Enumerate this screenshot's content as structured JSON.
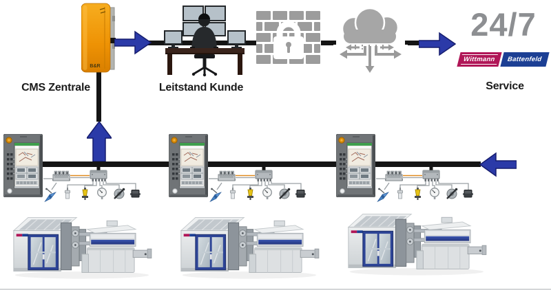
{
  "labels": {
    "cms": "CMS Zentrale",
    "leitstand": "Leitstand Kunde",
    "service": "Service",
    "availability": "24/7"
  },
  "brand": {
    "wittmann": "Wittmann",
    "battenfeld": "Battenfeld"
  },
  "cabinet": {
    "logo": "B&R"
  },
  "colors": {
    "arrow_blue": "#2b3aa8",
    "arrow_outline": "#161d6e",
    "line_black": "#141414",
    "cabinet_orange": "#ef9a0a",
    "brand_red": "#b01657",
    "brand_blue": "#1c3f94",
    "icon_gray": "#9c9c9c",
    "availability_gray": "#8d8f92"
  },
  "icons": {
    "cabinet": "server-cabinet-icon",
    "operator": "operator-workstation-icon",
    "firewall": "firewall-lock-icon",
    "cloud": "cloud-distribution-icon",
    "hmi_panel": "hmi-panel-icon",
    "machine": "injection-molding-machine-icon",
    "sensors": [
      "flow-sensor",
      "plug-sensor",
      "level-sensor",
      "pressure-gauge",
      "rotary-sensor",
      "terminal-box"
    ]
  },
  "counts": {
    "machines": 3,
    "hmi_panels": 3
  }
}
